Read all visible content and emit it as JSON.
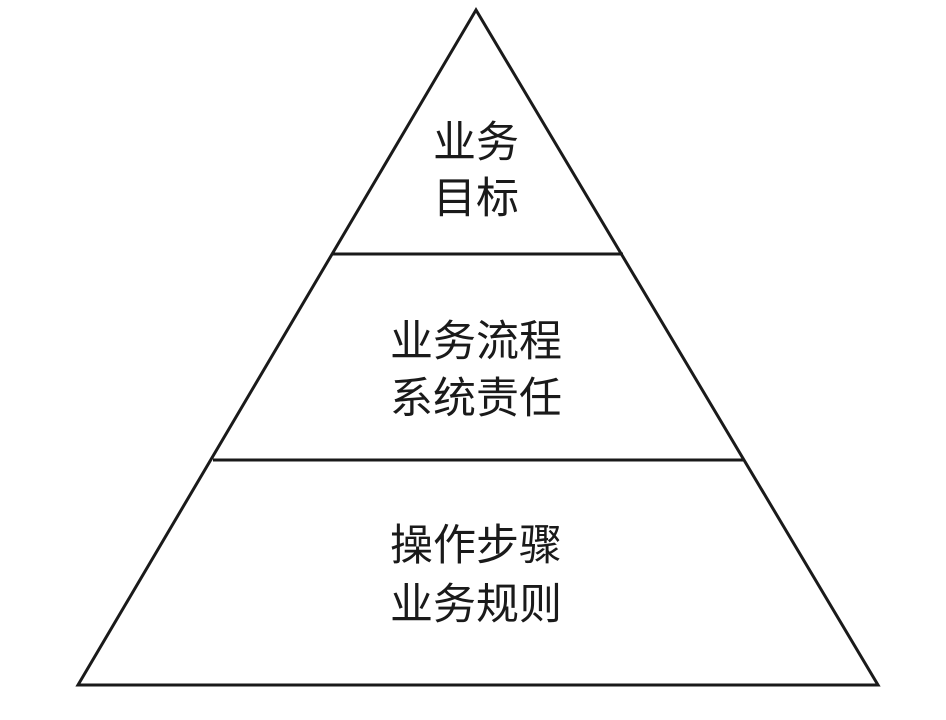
{
  "tiers": [
    {
      "lines": [
        "业务",
        "目标"
      ]
    },
    {
      "lines": [
        "业务流程",
        "系统责任"
      ]
    },
    {
      "lines": [
        "操作步骤",
        "业务规则"
      ]
    }
  ]
}
